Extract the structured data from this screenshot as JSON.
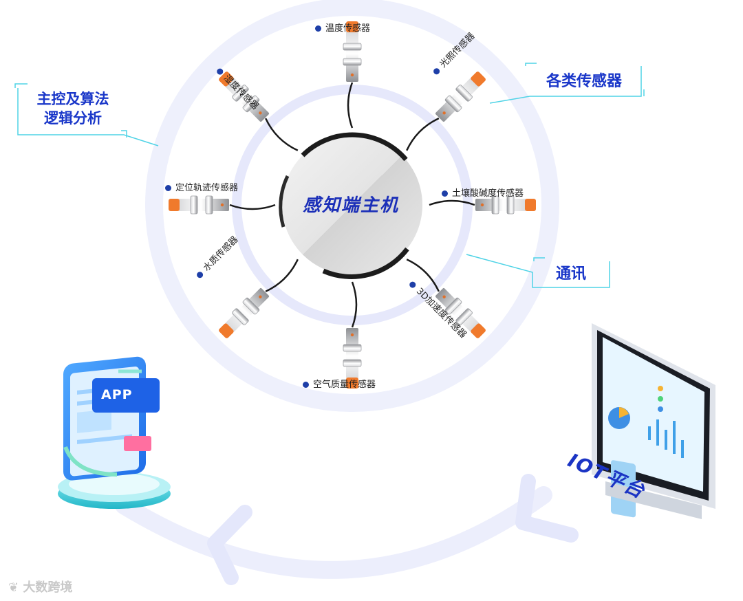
{
  "hub": {
    "title": "感知端主机"
  },
  "sensors": [
    {
      "label": "温度传感器"
    },
    {
      "label": "湿度传感器"
    },
    {
      "label": "光照传感器"
    },
    {
      "label": "定位轨迹传感器"
    },
    {
      "label": "土壤酸碱度传感器"
    },
    {
      "label": "水质传感器"
    },
    {
      "label": "3D加速度传感器"
    },
    {
      "label": "空气质量传感器"
    }
  ],
  "callouts": {
    "control_line1": "主控及算法",
    "control_line2": "逻辑分析",
    "sensors": "各类传感器",
    "comm": "通讯"
  },
  "app": {
    "label": "APP",
    "icon": "phone-app-icon"
  },
  "iot": {
    "label": "IOT平台",
    "icon": "monitor-dashboard-icon"
  },
  "watermark": {
    "text": "大数跨境"
  },
  "colors": {
    "ring": "#e6e8fb",
    "accent": "#1a37c9",
    "sensor_cap": "#f07a2c",
    "cyan_line": "#4fd3e6"
  }
}
